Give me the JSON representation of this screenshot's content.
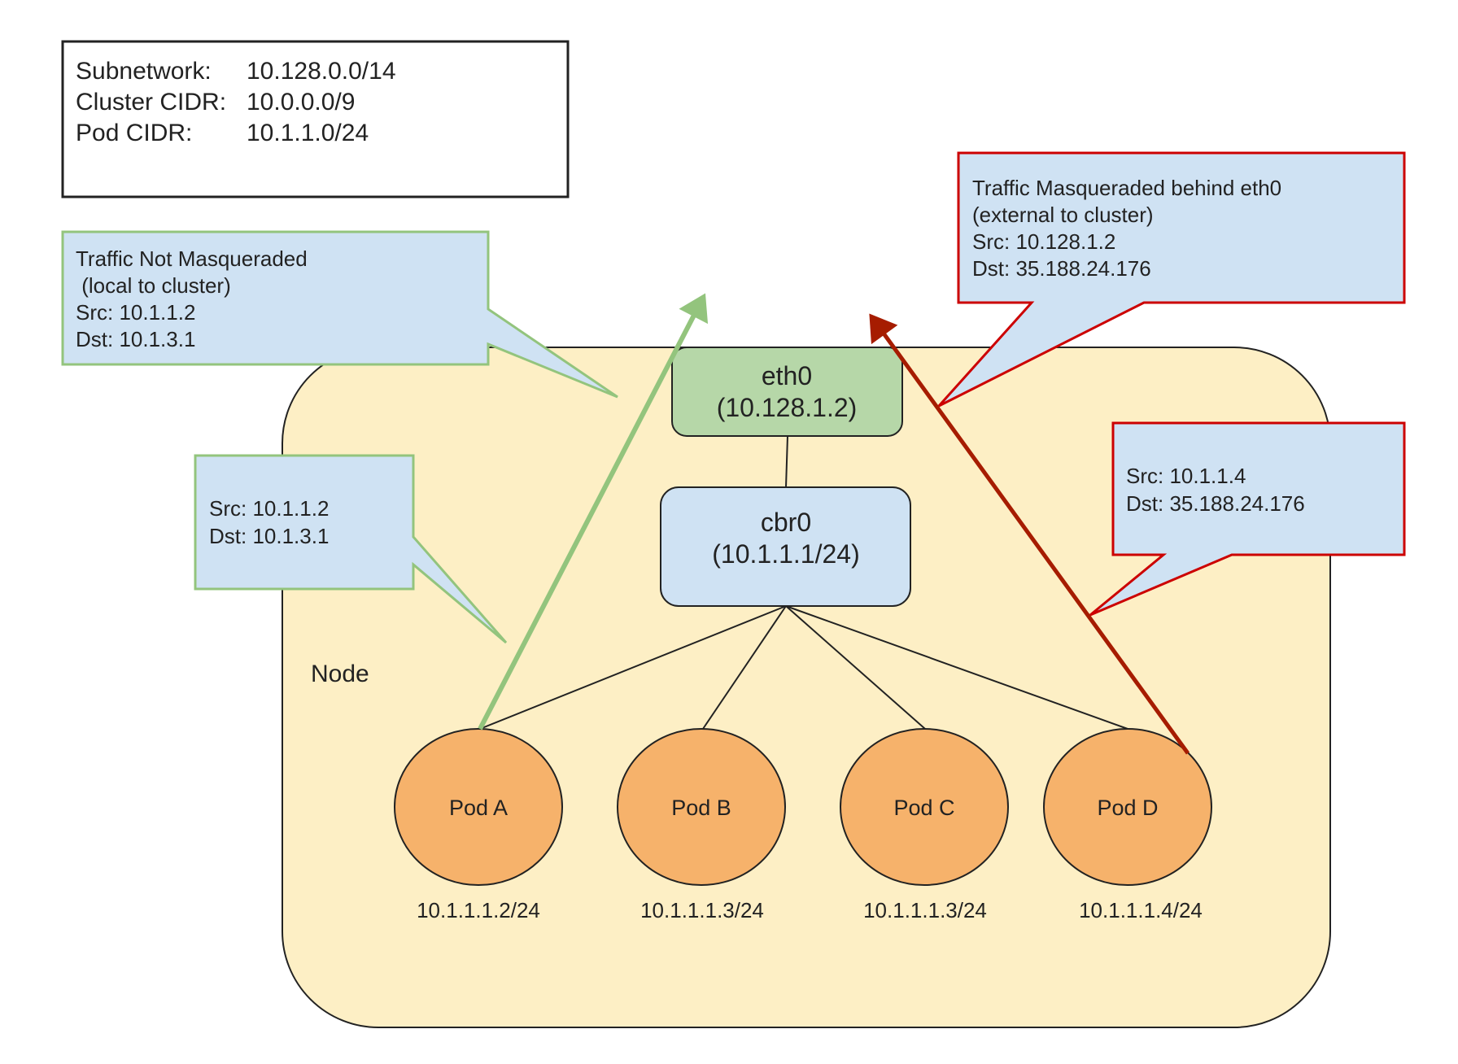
{
  "info_box": {
    "lines": [
      {
        "label": "Subnetwork:",
        "value": "10.128.0.0/14"
      },
      {
        "label": "Cluster CIDR:",
        "value": "10.0.0.0/9"
      },
      {
        "label": "Pod CIDR:",
        "value": "10.1.1.0/24"
      }
    ]
  },
  "node": {
    "label": "Node",
    "fill": "#fdefc5"
  },
  "eth0": {
    "name": "eth0",
    "ip": "(10.128.1.2)",
    "fill": "#b6d7a8"
  },
  "cbr0": {
    "name": "cbr0",
    "ip": "(10.1.1.1/24)",
    "fill": "#cfe2f3"
  },
  "pods": [
    {
      "name": "Pod A",
      "ip": "10.1.1.1.2/24"
    },
    {
      "name": "Pod B",
      "ip": "10.1.1.1.3/24"
    },
    {
      "name": "Pod C",
      "ip": "10.1.1.1.3/24"
    },
    {
      "name": "Pod D",
      "ip": "10.1.1.1.4/24"
    }
  ],
  "callouts": {
    "not_masq_top": {
      "lines": [
        "Traffic Not Masqueraded",
        " (local to cluster)",
        "Src: 10.1.1.2",
        "Dst: 10.1.3.1"
      ]
    },
    "not_masq_pod": {
      "lines": [
        "Src: 10.1.1.2",
        "Dst: 10.1.3.1"
      ]
    },
    "masq_top": {
      "lines": [
        "Traffic Masqueraded behind eth0",
        "(external to cluster)",
        "Src: 10.128.1.2",
        "Dst: 35.188.24.176"
      ]
    },
    "masq_pod": {
      "lines": [
        "Src: 10.1.1.4",
        "Dst: 35.188.24.176"
      ]
    }
  },
  "colors": {
    "pod_fill": "#f6b26b",
    "callout_fill": "#cfe2f3",
    "green_arrow": "#93c47d",
    "red_arrow": "#a61c00",
    "green_border": "#93c47d",
    "red_border": "#cc0000"
  }
}
